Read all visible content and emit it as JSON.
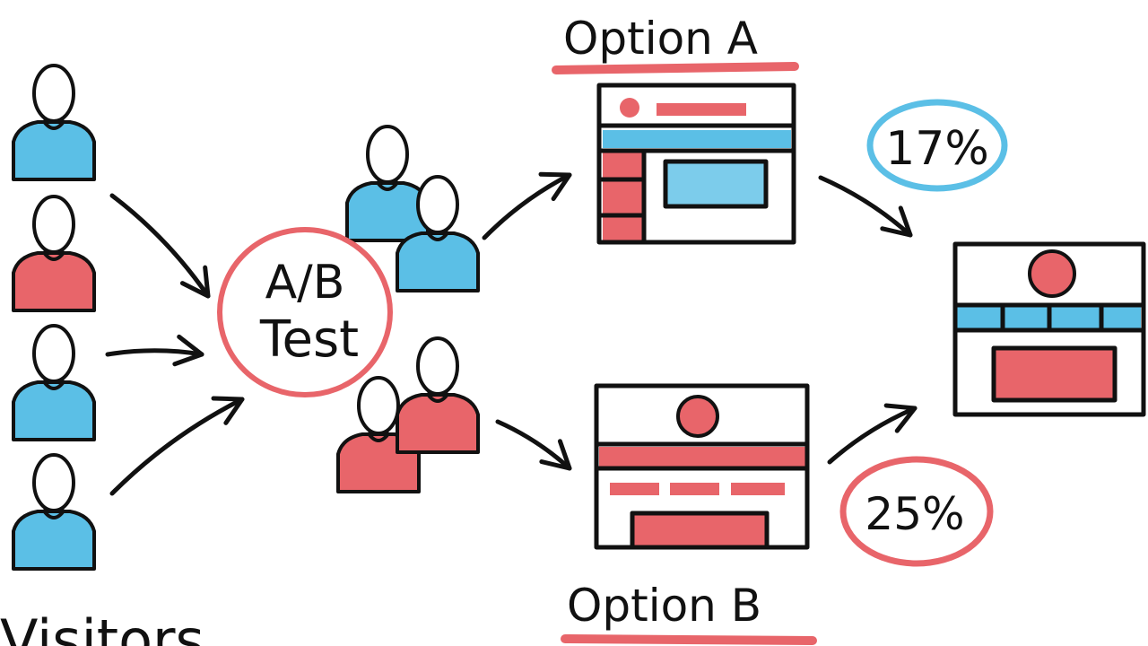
{
  "colors": {
    "blue": "#5bbfe6",
    "red": "#e8656a",
    "ink": "#111111"
  },
  "labels": {
    "visitors": "Visitors",
    "ab_line1": "A/B",
    "ab_line2": "Test",
    "option_a": "Option A",
    "option_b": "Option B",
    "rate_a": "17%",
    "rate_b": "25%"
  },
  "visitors": [
    "blue",
    "red",
    "blue",
    "blue"
  ],
  "group_a": [
    "blue",
    "blue"
  ],
  "group_b": [
    "red",
    "red"
  ]
}
